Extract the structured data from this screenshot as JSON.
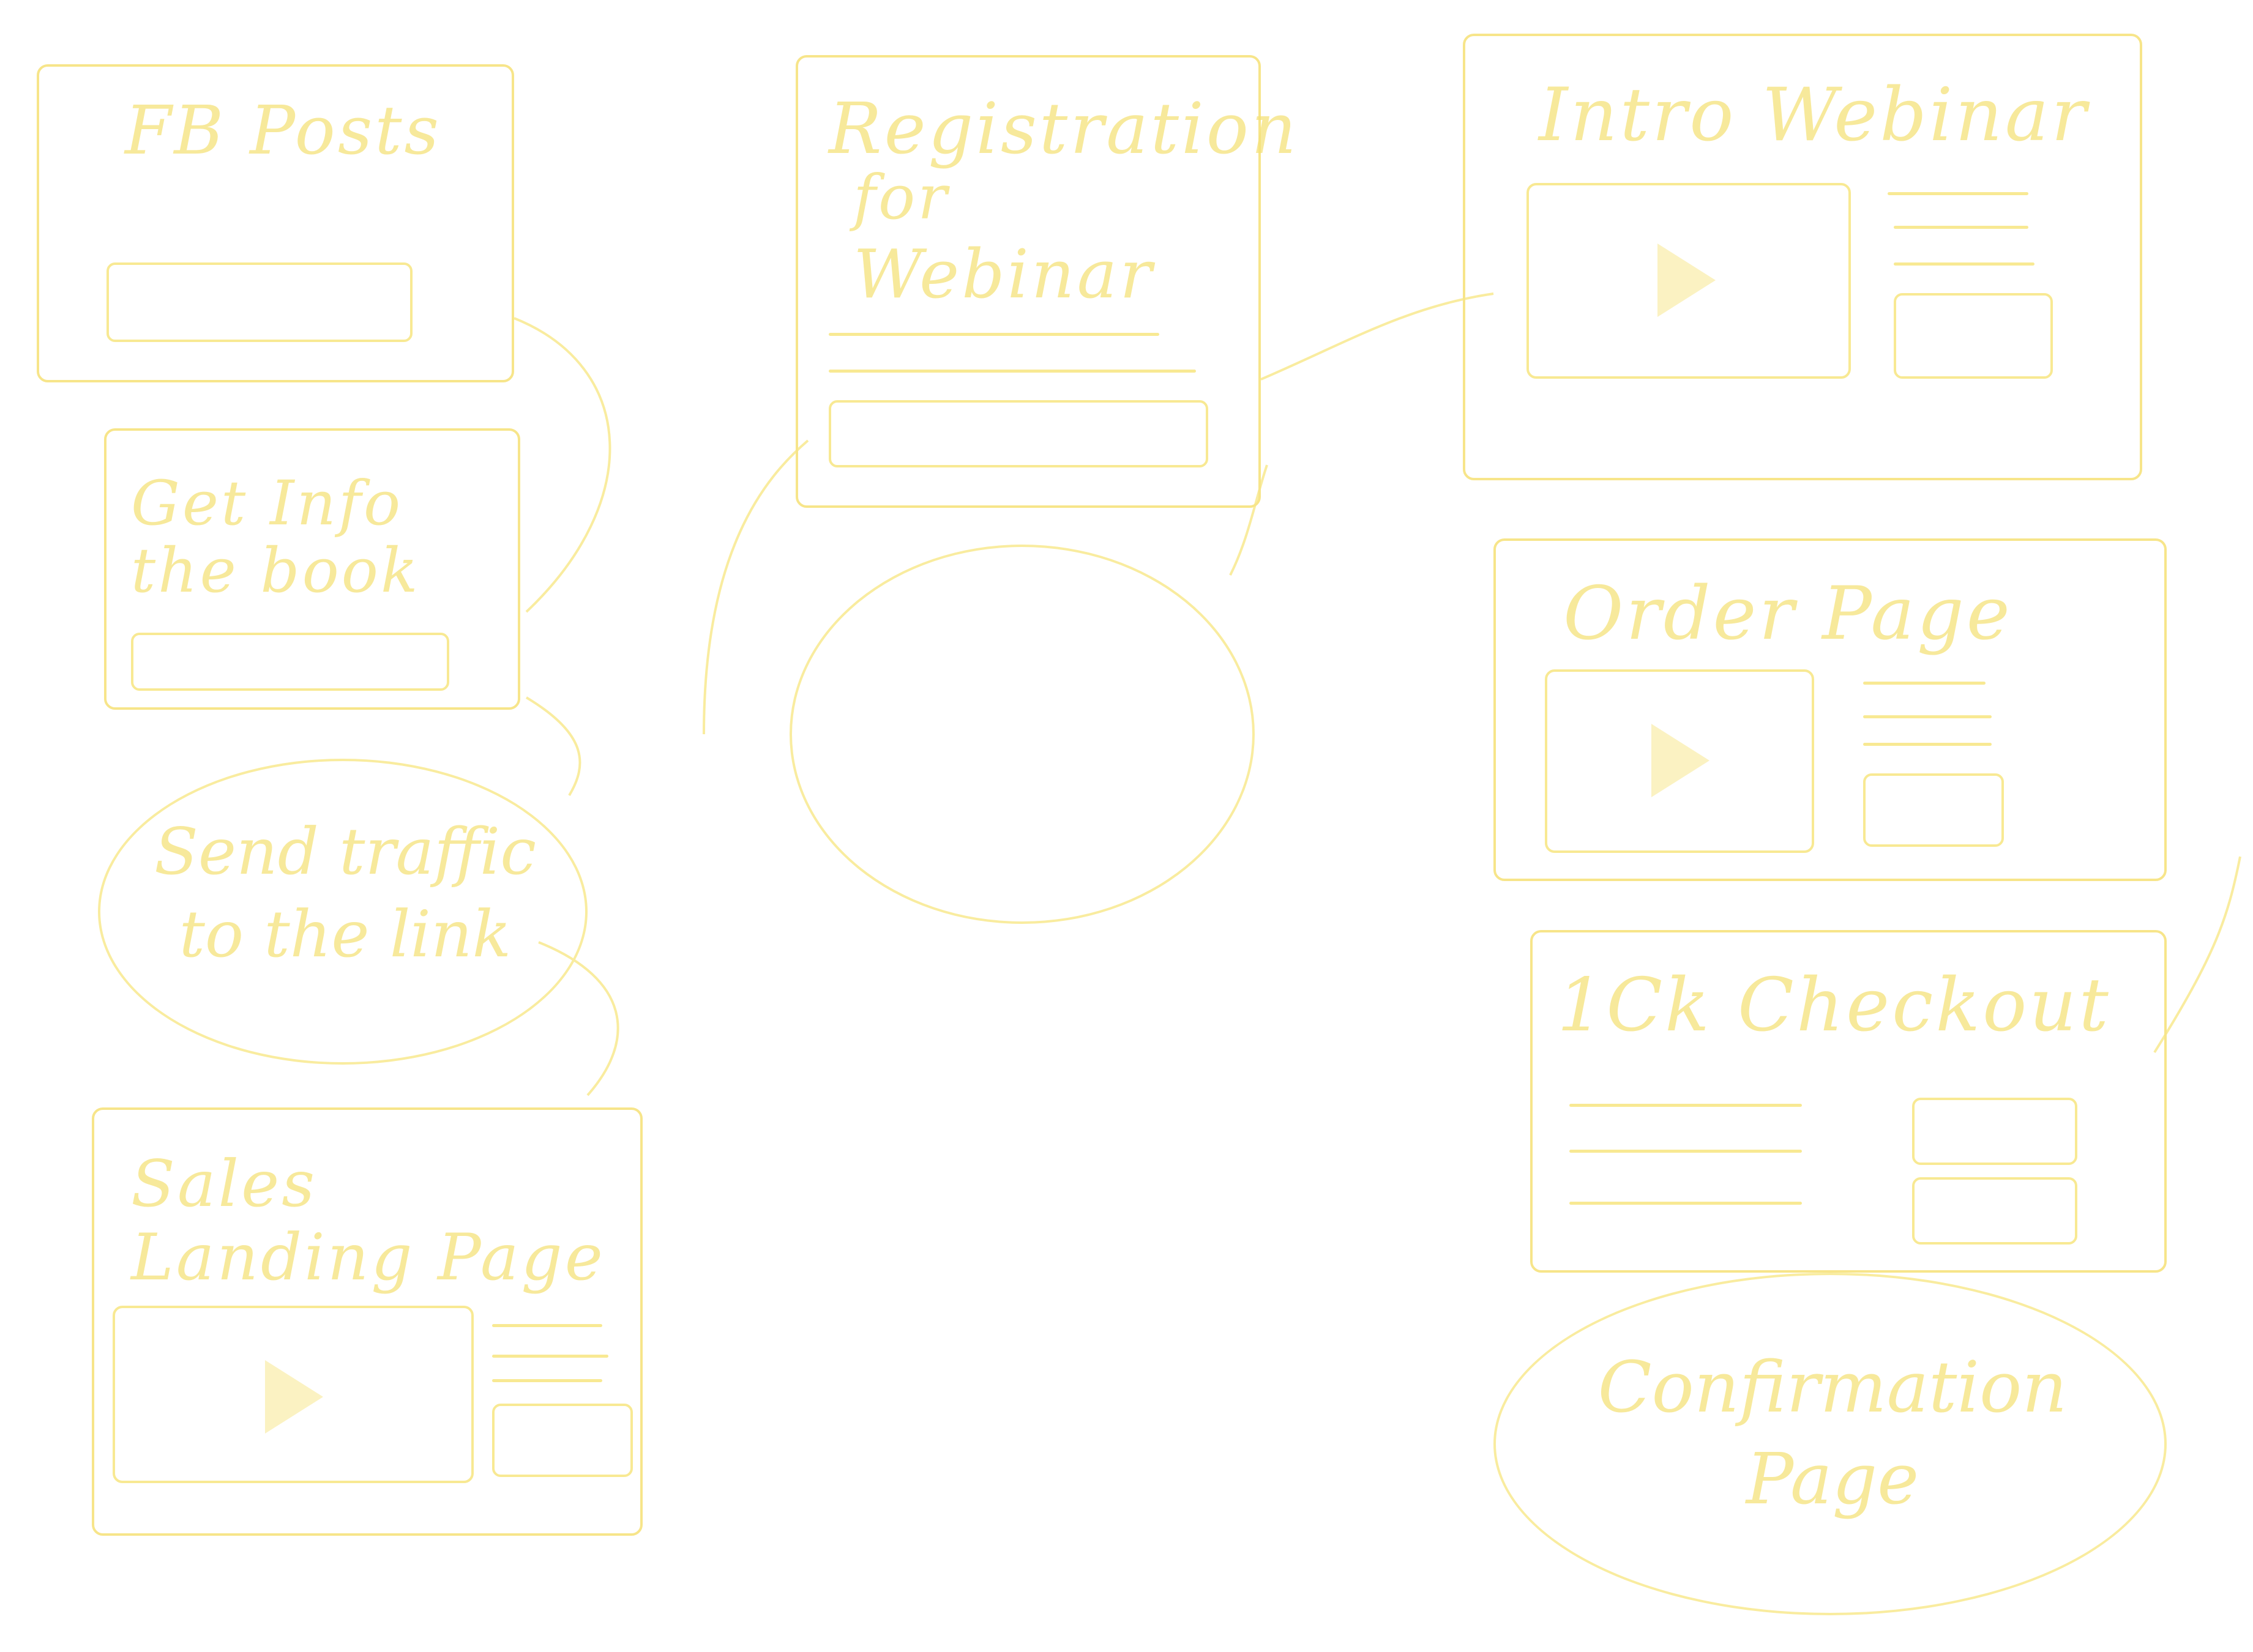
{
  "diagram": {
    "type": "sales-funnel-sketch",
    "stroke_color": "#f7e58a",
    "background_color": "#ffffff",
    "steps": [
      {
        "id": "fb-posts",
        "shape": "page",
        "title": "FB Posts"
      },
      {
        "id": "opt-in",
        "shape": "page",
        "title_line1": "Get Info",
        "title_line2": "the book"
      },
      {
        "id": "send-traffic",
        "shape": "oval",
        "text_line1": "Send traffic",
        "text_line2": "to the link"
      },
      {
        "id": "landing-page",
        "shape": "page",
        "title_line1": "Sales",
        "title_line2": "Landing Page"
      },
      {
        "id": "registration",
        "shape": "page",
        "title_line1": "Registration",
        "title_line2": "for",
        "title_line3": "Webinar"
      },
      {
        "id": "reminder",
        "shape": "oval",
        "text_line1": "",
        "text_line2": ""
      },
      {
        "id": "intro-webinar",
        "shape": "page",
        "title": "Intro Webinar"
      },
      {
        "id": "order-page",
        "shape": "page",
        "title": "Order Page"
      },
      {
        "id": "checkout",
        "shape": "page",
        "title": "1Ck Checkout"
      },
      {
        "id": "confirmation",
        "shape": "oval",
        "text_line1": "Confirmation",
        "text_line2": "Page"
      }
    ]
  }
}
